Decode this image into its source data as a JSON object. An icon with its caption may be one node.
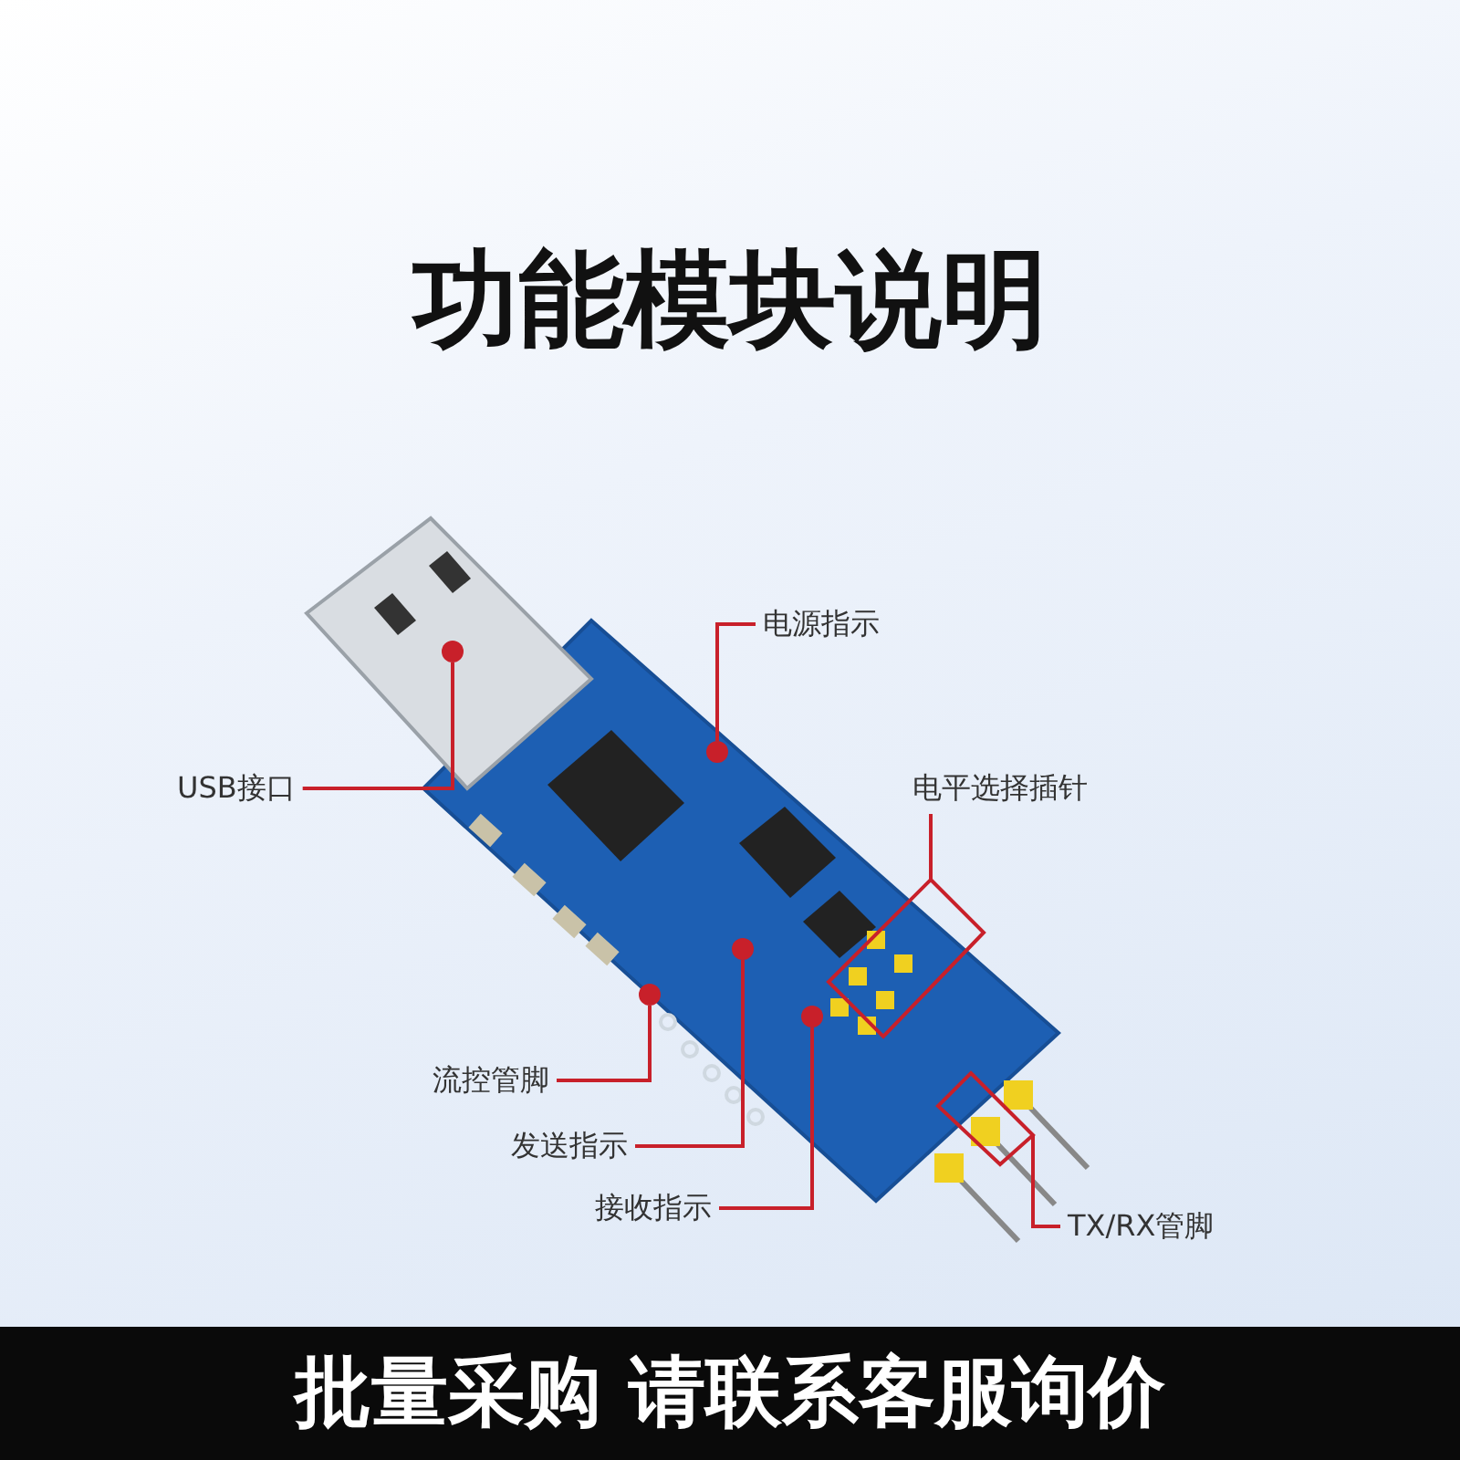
{
  "diagram": {
    "title": "功能模块说明",
    "nodes": [
      {
        "text": [
          "电源指示"
        ]
      },
      {
        "text": [
          "USB接口"
        ]
      },
      {
        "text": [
          "电平选择插针"
        ]
      },
      {
        "text": [
          "流控管脚"
        ]
      },
      {
        "text": [
          "发送指示"
        ]
      },
      {
        "text": [
          "接收指示"
        ]
      },
      {
        "text": [
          "TX/RX管脚"
        ]
      },
      {
        "text": [],
        "shape": "circle"
      },
      {
        "text": [],
        "shape": "circle"
      },
      {
        "text": [],
        "shape": "box"
      },
      {
        "text": [],
        "shape": "circle"
      },
      {
        "text": [],
        "shape": "circle"
      },
      {
        "text": [],
        "shape": "circle"
      },
      {
        "text": [],
        "shape": "box"
      }
    ],
    "edges": [
      {
        "from": 0,
        "to": 7,
        "arrow": "none"
      },
      {
        "from": 1,
        "to": 8,
        "arrow": "none"
      },
      {
        "from": 2,
        "to": 9,
        "arrow": "none"
      },
      {
        "from": 3,
        "to": 10,
        "arrow": "none"
      },
      {
        "from": 4,
        "to": 11,
        "arrow": "none"
      },
      {
        "from": 5,
        "to": 12,
        "arrow": "none"
      },
      {
        "from": 6,
        "to": 13,
        "arrow": "none"
      }
    ],
    "labels": [
      "批量采购 请联系客服询价"
    ]
  }
}
